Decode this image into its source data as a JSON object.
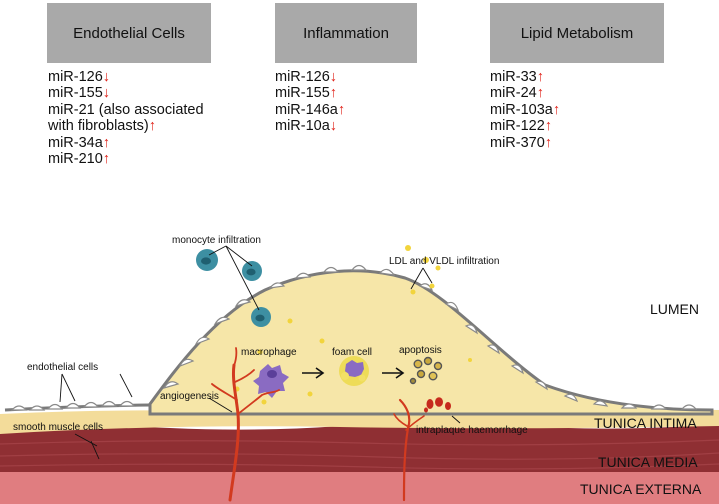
{
  "colors": {
    "header_bg": "#a9a9a9",
    "arrow_red": "#e0241b",
    "plaque": "#f6e6a8",
    "intima": "#f3dc9a",
    "media": "#8f2f33",
    "externa": "#e07d80",
    "vessel": "#d23a1f"
  },
  "columns": [
    {
      "header": "Endothelial Cells",
      "items": [
        {
          "text": "miR-126",
          "arrow": "↓"
        },
        {
          "text": "miR-155",
          "arrow": "↓"
        },
        {
          "text": "miR-21 (also associated",
          "arrow": ""
        },
        {
          "text": "with fibroblasts)",
          "arrow": "↑"
        },
        {
          "text": "miR-34a",
          "arrow": "↑"
        },
        {
          "text": "miR-210",
          "arrow": "↑"
        }
      ]
    },
    {
      "header": "Inflammation",
      "items": [
        {
          "text": "miR-126",
          "arrow": "↓"
        },
        {
          "text": "miR-155",
          "arrow": "↑"
        },
        {
          "text": "miR-146a",
          "arrow": "↑"
        },
        {
          "text": "miR-10a",
          "arrow": "↓"
        }
      ]
    },
    {
      "header": "Lipid Metabolism",
      "items": [
        {
          "text": "miR-33",
          "arrow": "↑"
        },
        {
          "text": "miR-24",
          "arrow": "↑"
        },
        {
          "text": "miR-103a",
          "arrow": "↑"
        },
        {
          "text": "miR-122",
          "arrow": "↑"
        },
        {
          "text": "miR-370",
          "arrow": "↑"
        }
      ]
    }
  ],
  "labels": {
    "monocyte": "monocyte infiltration",
    "ldl": "LDL and VLDL infiltration",
    "lumen": "LUMEN",
    "endothelial": "endothelial cells",
    "macrophage": "macrophage",
    "foam": "foam cell",
    "apoptosis": "apoptosis",
    "angiogenesis": "angiogenesis",
    "smooth": "smooth muscle cells",
    "haemorrhage": "intraplaque haemorrhage",
    "intima": "TUNICA INTIMA",
    "media": "TUNICA MEDIA",
    "externa": "TUNICA EXTERNA"
  }
}
